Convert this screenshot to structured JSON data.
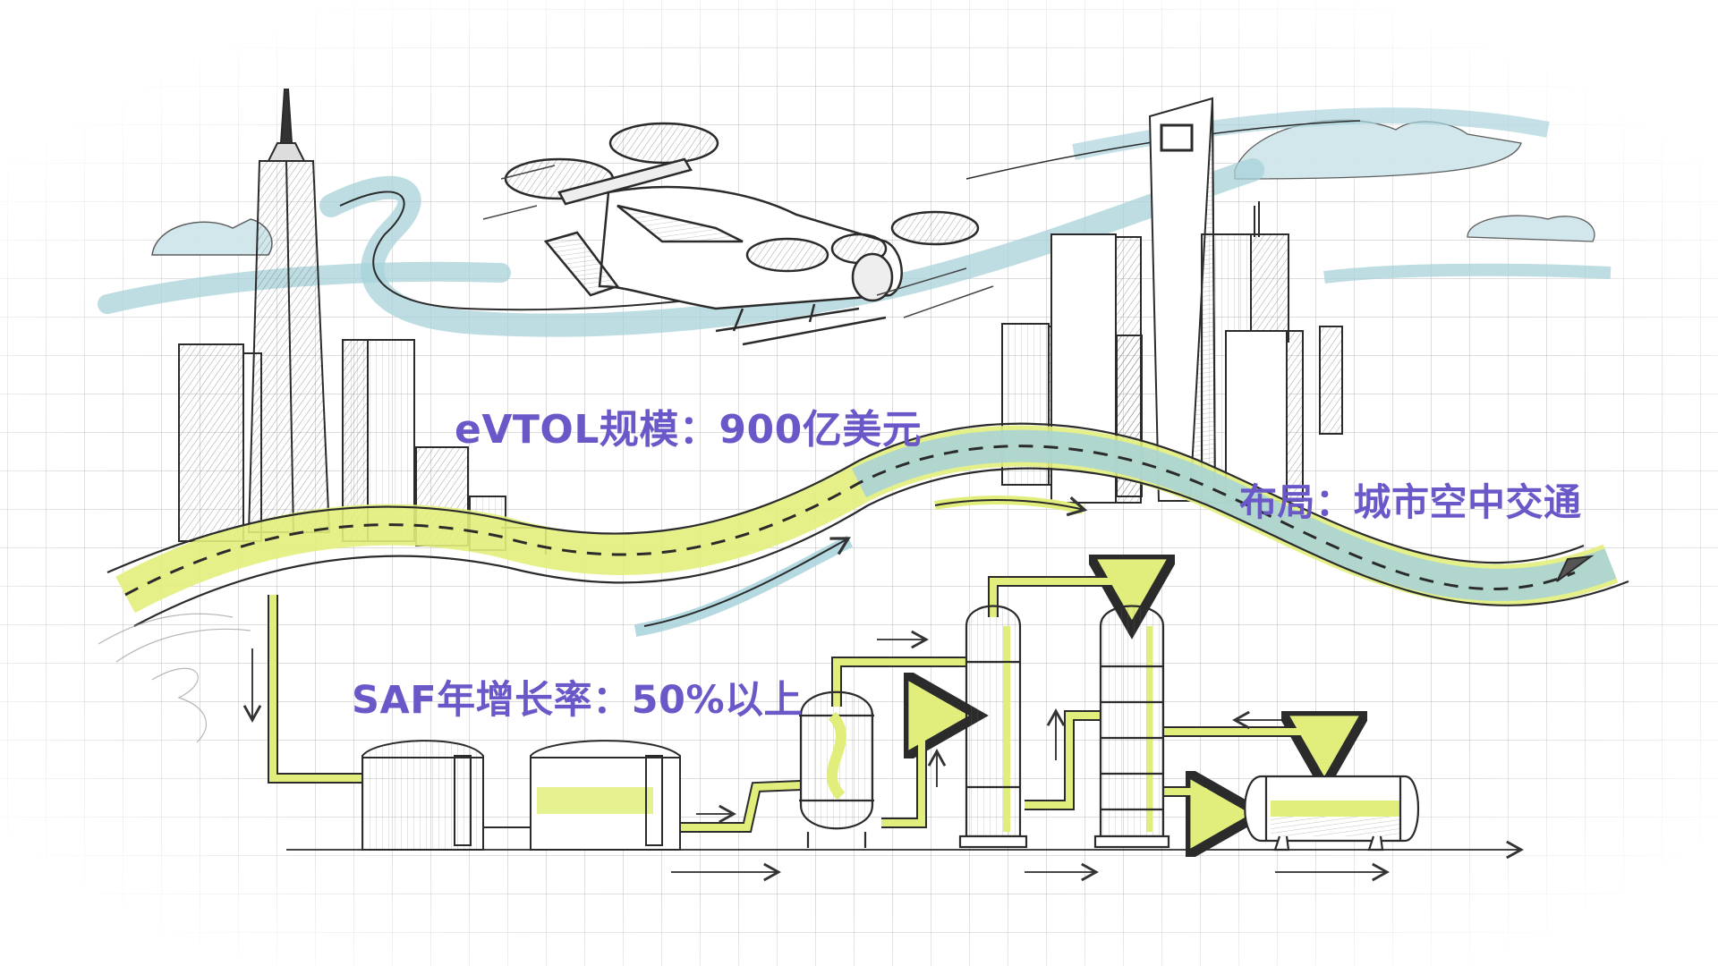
{
  "labels": {
    "evtol_market": "eVTOL规模：900亿美元",
    "layout": "布局：城市空中交通",
    "saf_growth": "SAF年增长率：50%以上"
  },
  "scene": {
    "elements": [
      "skyline-left",
      "skyline-right",
      "evtol-aircraft",
      "clouds",
      "sky-route-road",
      "saf-refinery",
      "storage-tanks",
      "distillation-columns",
      "reactor-vessel",
      "horizontal-tank",
      "flow-arrows"
    ]
  },
  "colors": {
    "label_text": "#6a58c9",
    "lime_highlight": "#e2ee7c",
    "sky_blue": "#a7d2da",
    "pencil": "#2b2b2b",
    "grid": "#d4d4d4"
  }
}
